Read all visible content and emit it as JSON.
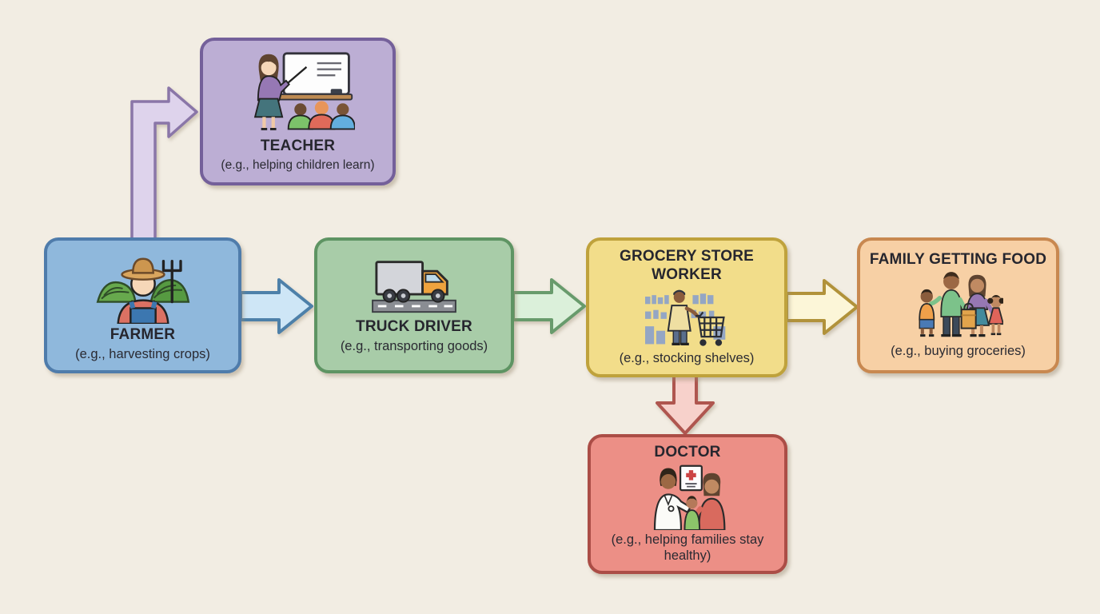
{
  "diagram": {
    "background_color": "#f2ede3",
    "nodes": [
      {
        "id": "farmer",
        "title": "FARMER",
        "subtitle": "(e.g., harvesting crops)",
        "fill_color": "#8fb8dc",
        "border_color": "#4f7cab",
        "icon": "farmer-icon"
      },
      {
        "id": "teacher",
        "title": "TEACHER",
        "subtitle": "(e.g., helping children learn)",
        "fill_color": "#bcaed4",
        "border_color": "#74609a",
        "icon": "teacher-icon"
      },
      {
        "id": "truck-driver",
        "title": "TRUCK DRIVER",
        "subtitle": "(e.g., transporting goods)",
        "fill_color": "#a8cca8",
        "border_color": "#5e9463",
        "icon": "truck-icon"
      },
      {
        "id": "grocery-store-worker",
        "title": "GROCERY STORE WORKER",
        "subtitle": "(e.g., stocking shelves)",
        "fill_color": "#f2dd8a",
        "border_color": "#bfa23c",
        "icon": "grocery-worker-icon"
      },
      {
        "id": "family-getting-food",
        "title": "FAMILY GETTING FOOD",
        "subtitle": "(e.g., buying groceries)",
        "fill_color": "#f7d0a5",
        "border_color": "#c88850",
        "icon": "family-icon"
      },
      {
        "id": "doctor",
        "title": "DOCTOR",
        "subtitle": "(e.g., helping families stay healthy)",
        "fill_color": "#ec8f86",
        "border_color": "#ab4d46",
        "icon": "doctor-icon"
      }
    ],
    "arrows": [
      {
        "id": "farmer-to-teacher",
        "from": "farmer",
        "to": "teacher",
        "direction": "up-then-right",
        "fill": "#ded3ec",
        "stroke": "#8a76a8"
      },
      {
        "id": "farmer-to-truck-driver",
        "from": "farmer",
        "to": "truck-driver",
        "direction": "right",
        "fill": "#cee6f6",
        "stroke": "#4d80a9"
      },
      {
        "id": "truck-driver-to-grocery-store-worker",
        "from": "truck-driver",
        "to": "grocery-store-worker",
        "direction": "right",
        "fill": "#dbf0da",
        "stroke": "#689b6c"
      },
      {
        "id": "grocery-store-worker-to-family",
        "from": "grocery-store-worker",
        "to": "family-getting-food",
        "direction": "right",
        "fill": "#fcf6d8",
        "stroke": "#b1923a"
      },
      {
        "id": "grocery-store-worker-to-doctor",
        "from": "grocery-store-worker",
        "to": "doctor",
        "direction": "down",
        "fill": "#f7d1cb",
        "stroke": "#af564f"
      }
    ]
  }
}
